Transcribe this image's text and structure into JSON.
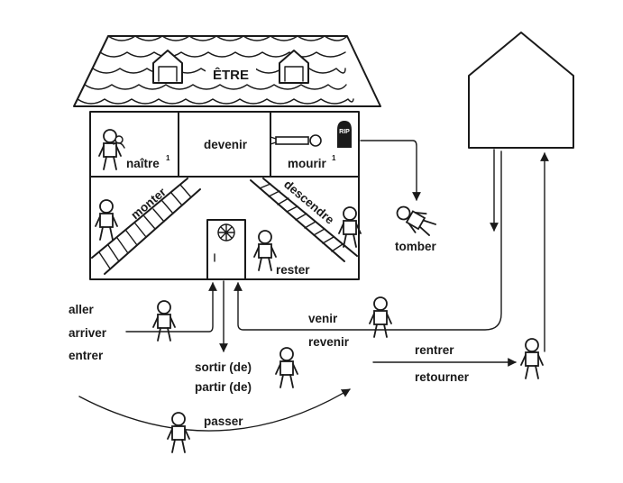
{
  "house": {
    "title": "ÊTRE",
    "naitre": "naître",
    "naitre_note": "1",
    "devenir": "devenir",
    "mourir": "mourir",
    "mourir_note": "1",
    "rip": "RIP",
    "monter": "monter",
    "descendre": "descendre",
    "rester": "rester"
  },
  "outside": {
    "tomber": "tomber",
    "aller": "aller",
    "arriver": "arriver",
    "entrer": "entrer",
    "sortir": "sortir (de)",
    "partir": "partir (de)",
    "venir": "venir",
    "revenir": "revenir",
    "rentrer": "rentrer",
    "retourner": "retourner",
    "passer": "passer"
  }
}
